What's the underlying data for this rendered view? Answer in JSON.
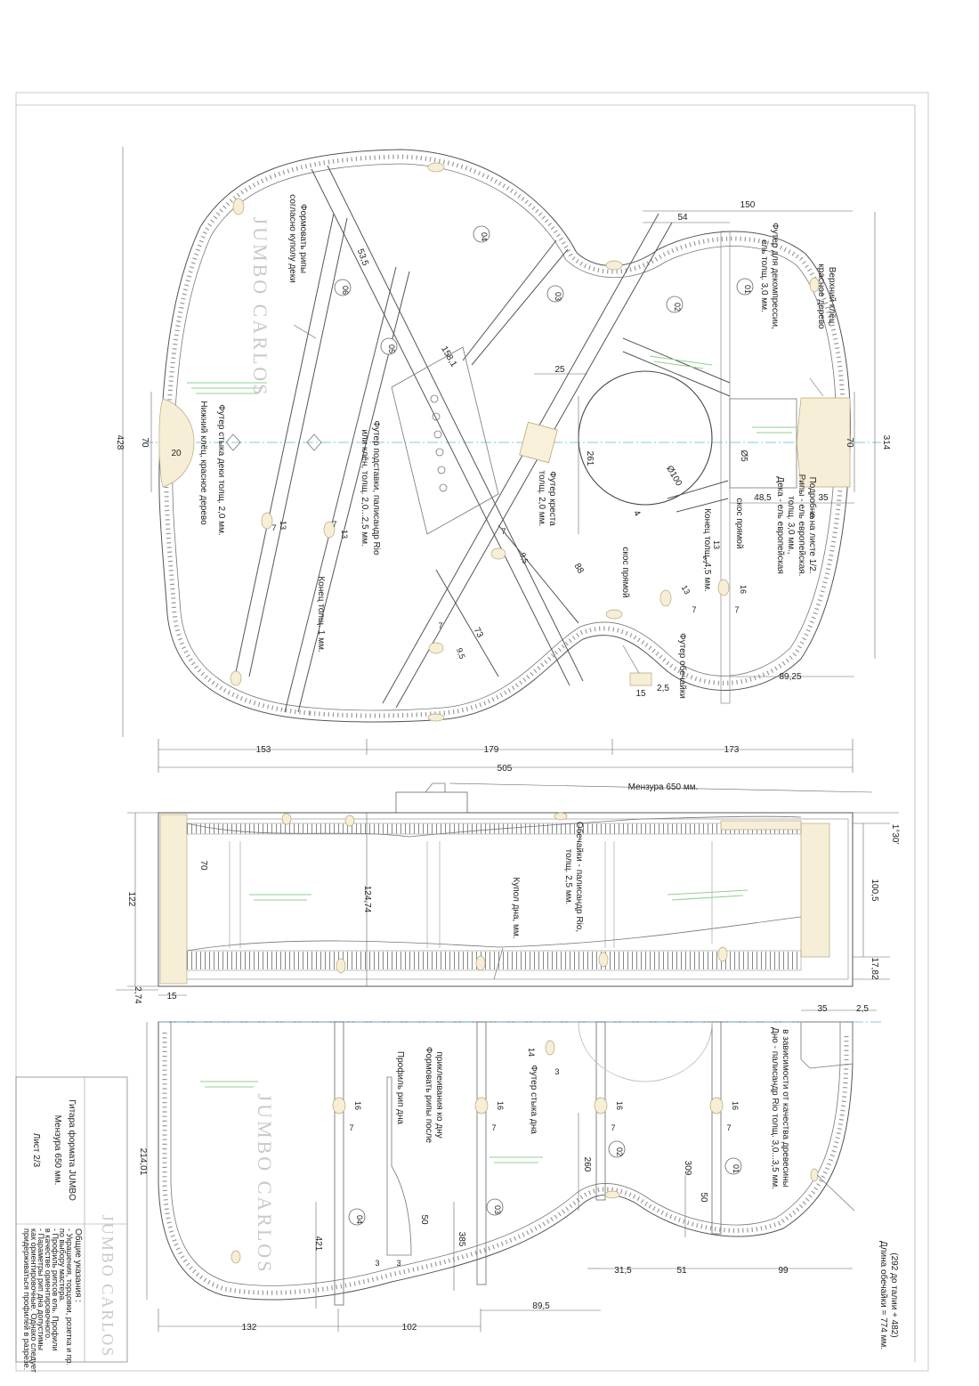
{
  "sheet": {
    "brand": "JUMBO CARLOS",
    "title_block": {
      "line1": "Гитара формата JUMBO",
      "line2": "Мензура 650 мм.",
      "sheet_no": "Лист 2/3"
    },
    "general_notes": {
      "heading": "Общие указания :",
      "lines": [
        "- Украшения, торцовки, розетка и пр.",
        "по выбору мастера.",
        "- Профиль рипсов ель. Профили",
        "в качестве ориентировочного.",
        "- Параметры рип дна допустимы",
        "как ориентировочные. Однако следует",
        "придерживаться профилей в разрезе."
      ]
    }
  },
  "top_view": {
    "notes": {
      "form_braces": [
        "Формовать рипы",
        "согласно куполу деки"
      ],
      "bottom_block": [
        "Нижний клёц, красное дерево"
      ],
      "top_joint": [
        "Футер стыка деки толщ. 2,0 мм."
      ],
      "bridge_plate": [
        "Футер подставки, палисандр Rio",
        "или клён, толщ. 2,0...2,5 мм."
      ],
      "end_thickness": [
        "Конец толщ. 1 мм."
      ],
      "cross_patch": [
        "Футер креста",
        "толщ. 2,0 мм."
      ],
      "bevel_straight_1": [
        "скос прямой"
      ],
      "bevel_straight_2": [
        "скос прямой"
      ],
      "end_thickness_45": [
        "Конец толщ. 4,5 мм."
      ],
      "decompression_patch": [
        "Футер для декомпрессии,",
        "ель толщ. 3,0 мм."
      ],
      "top_block": [
        "Верхний клёц,",
        "красное дерево"
      ],
      "soundboard": [
        "Дека - ель европейская",
        "толщ. 3,0 мм.,",
        "Рипы - ель европейская.",
        "Подробно на листе 1/2."
      ],
      "side_patch": [
        "Футер обечайки"
      ]
    },
    "brace_ids": [
      "01",
      "02",
      "03",
      "04",
      "05",
      "06"
    ],
    "dims": {
      "total_length": "428",
      "lower_block": "70",
      "lower_block_depth": "20",
      "upper_block": "70",
      "upper_width": "314",
      "upper_block_w": "150",
      "d54": "54",
      "d25": "25",
      "angle_brace": "53,5",
      "d158": "158,1",
      "d261": "261",
      "hole": "Ø100",
      "d5": "Ø5",
      "d48_5": "48,5",
      "d35": "35",
      "d3": "3",
      "d4": "4",
      "d88": "88",
      "d73": "73",
      "d13": "13",
      "d7": "7",
      "d9_5": "9,5",
      "d16": "16",
      "d3b": "3",
      "d89_25": "89,25",
      "d15": "15",
      "d2_5": "2,5",
      "w153": "153",
      "w179": "179",
      "w173": "173",
      "w505": "505"
    }
  },
  "side_view": {
    "scale_label": "Мензура 650 мм.",
    "notes": {
      "sides": [
        "Обечайки - палисандр Rio,",
        "толщ. 2,5 мм."
      ],
      "back_dome": [
        "Купол дна, мм."
      ]
    },
    "dims": {
      "height_tail": "122",
      "block_70": "70",
      "mid_height": "124,74",
      "height_neck": "100,5",
      "angle": "1°30'",
      "d17_82": "17,82",
      "d2_74": "2,74",
      "d15": "15"
    }
  },
  "back_view": {
    "notes": {
      "back": [
        "Дно - палисандр Rio толщ. 3,0...3,5 мм.",
        "в зависимости от качества древесины"
      ],
      "back_joint": [
        "Футер стыка дна"
      ],
      "form_back_braces": [
        "Формовать рипы после",
        "приклеивания ко дну"
      ],
      "brace_profile": [
        "Профиль рип дна"
      ],
      "side_length": [
        "Длина обечайки = 774 мм.",
        "(292 до талии + 482)"
      ]
    },
    "brace_ids": [
      "01",
      "02",
      "03",
      "04"
    ],
    "dims": {
      "d35": "35",
      "d2_5": "2,5",
      "d14": "14",
      "d3": "3",
      "d16": "16",
      "d7": "7",
      "width": "214,01",
      "d260": "260",
      "d309": "309",
      "d50": "50",
      "d50b": "50",
      "d421": "421",
      "d385": "385",
      "d3a": "3",
      "d3b": "3",
      "w31_5": "31,5",
      "w51": "51",
      "w99": "99",
      "w89_5": "89,5",
      "w132": "132",
      "w102": "102"
    }
  }
}
